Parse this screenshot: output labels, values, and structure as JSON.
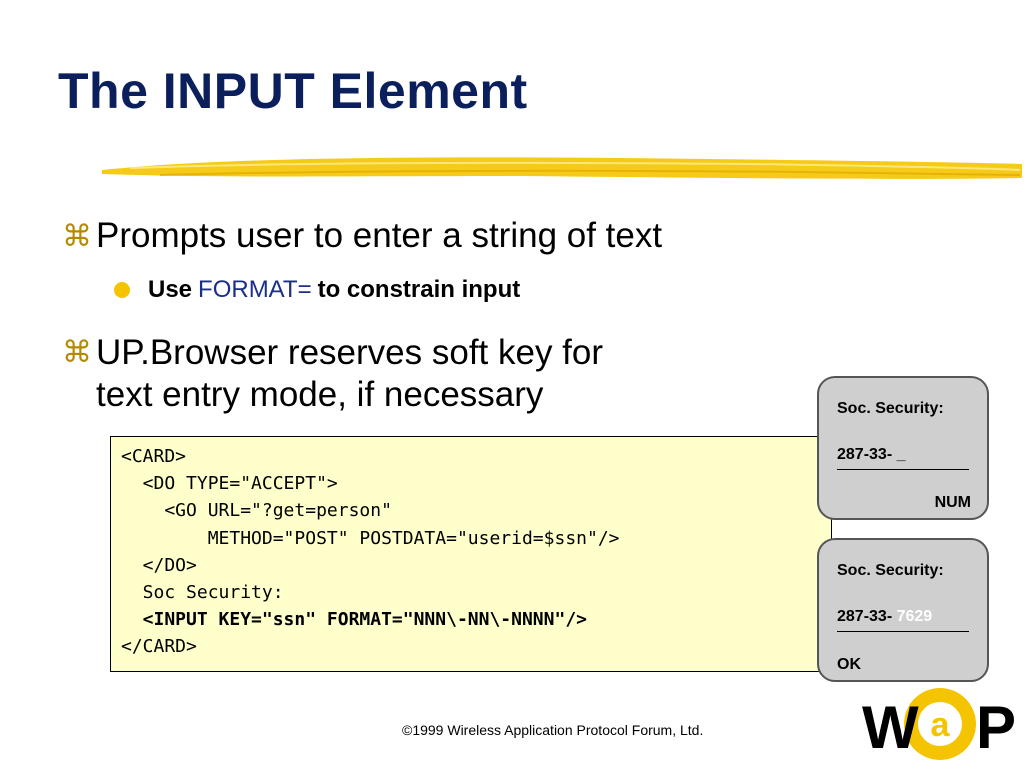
{
  "slide": {
    "title": "The INPUT Element",
    "bullets": [
      {
        "icon": "z-bullet-icon",
        "text": "Prompts user to enter a string of text"
      },
      {
        "icon": "z-bullet-icon",
        "lines": [
          "UP.Browser reserves soft key for",
          "text entry mode, if necessary"
        ]
      }
    ],
    "sub_bullet": {
      "pre": "Use",
      "keyword": "FORMAT=",
      "post": "to constrain input"
    }
  },
  "code": {
    "lines": [
      "<CARD>",
      "  <DO TYPE=\"ACCEPT\">",
      "    <GO URL=\"?get=person\"",
      "        METHOD=\"POST\" POSTDATA=\"userid=$ssn\"/>",
      "  </DO>",
      "  Soc Security:",
      "  <INPUT KEY=\"ssn\" FORMAT=\"NNN\\-NN\\-NNNN\"/>",
      "</CARD>"
    ]
  },
  "phones": [
    {
      "label": "Soc. Security:",
      "value": "287-33-",
      "entry": "_",
      "softkey": "NUM"
    },
    {
      "label": "Soc. Security:",
      "value": "287-33-",
      "entry": "7629",
      "softkey": "OK"
    }
  ],
  "footer": "©1999 Wireless Application Protocol Forum, Ltd.",
  "logo": {
    "text": "W@P"
  },
  "colors": {
    "title": "#0b1f5c",
    "brush": "#f5c400",
    "code_bg": "#ffffcc",
    "phone_bg": "#cfcfcf",
    "keyword": "#1a2f8a"
  }
}
